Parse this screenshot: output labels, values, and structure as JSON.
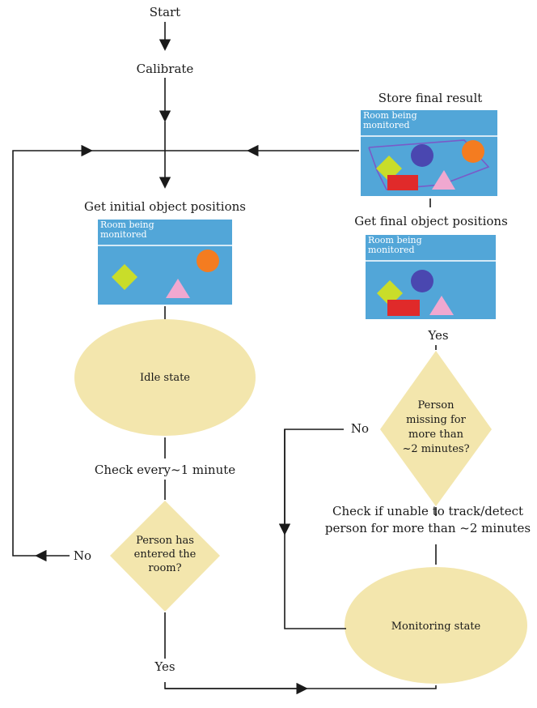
{
  "steps": {
    "start": "Start",
    "calibrate": "Calibrate",
    "get_initial": "Get initial object positions",
    "idle": "Idle state",
    "check_every": "Check every~1 minute",
    "entered_decision": "Person has entered the room?",
    "entered_no": "No",
    "entered_yes": "Yes",
    "monitoring": "Monitoring state",
    "check_unable": "Check if unable to track/detect person for more than ~2 minutes",
    "missing_decision": "Person missing for more than ~2 minutes?",
    "missing_no": "No",
    "missing_yes": "Yes",
    "get_final": "Get final object positions",
    "store_final": "Store final result"
  },
  "panels": {
    "caption": "Room being monitored"
  },
  "colors": {
    "panel": "#52a6d8",
    "node_fill": "#f3e6ad",
    "diamond_shape": "#c9dd2a",
    "circle_orange": "#f47c20",
    "circle_blue": "#4a47b0",
    "rect_red": "#e02a2a",
    "triangle_pink": "#f0a8d0",
    "path_purple": "#7a5ac8",
    "line": "#1a1a1a"
  }
}
